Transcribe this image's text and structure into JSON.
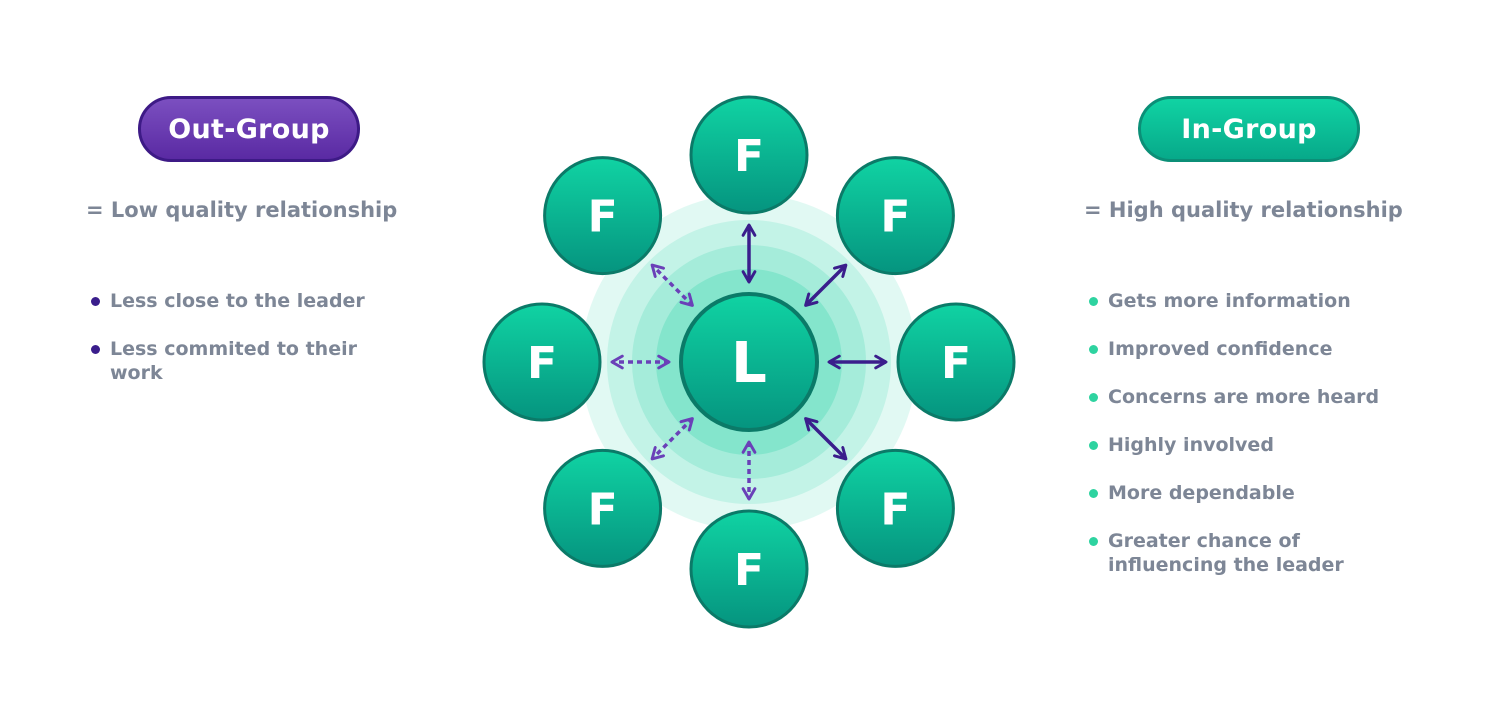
{
  "out_group": {
    "title": "Out-Group",
    "relation": "= Low quality relationship",
    "items": [
      "Less close to the leader",
      "Less commited to their work"
    ],
    "color": "#5a2aa3"
  },
  "in_group": {
    "title": "In-Group",
    "relation": "= High quality relationship",
    "items": [
      "Gets more information",
      "Improved confidence",
      "Concerns are more heard",
      "Highly involved",
      "More dependable",
      "Greater chance of influencing the leader"
    ],
    "color": "#07a98a"
  },
  "diagram": {
    "leader_label": "L",
    "follower_label": "F",
    "node_color_top": "#10d3a3",
    "node_color_bottom": "#05947f",
    "node_border": "#0b7a68",
    "arrow_color": "#3a1e8c",
    "dashed_arrow_color": "#6a40b8"
  }
}
